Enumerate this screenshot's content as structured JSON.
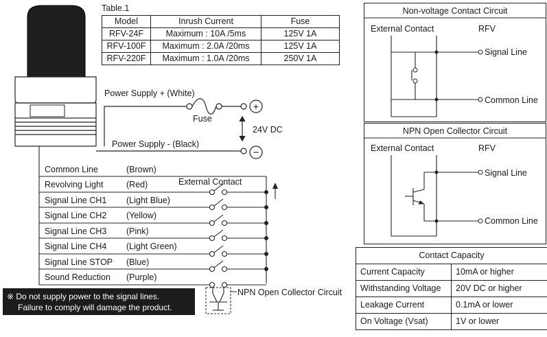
{
  "table1": {
    "caption": "Table.1",
    "headers": [
      "Model",
      "Inrush Current",
      "Fuse"
    ],
    "rows": [
      [
        "RFV-24F",
        "Maximum : 10A /5ms",
        "125V 1A"
      ],
      [
        "RFV-100F",
        "Maximum : 2.0A /20ms",
        "125V 1A"
      ],
      [
        "RFV-220F",
        "Maximum : 1.0A /20ms",
        "250V 1A"
      ]
    ]
  },
  "power": {
    "plus_label": "Power Supply + (White)",
    "minus_label": "Power Supply - (Black)",
    "fuse_label": "Fuse",
    "voltage_label": "24V DC",
    "plus_symbol": "+",
    "minus_symbol": "−"
  },
  "wires": [
    {
      "name": "Common Line",
      "color": "(Brown)"
    },
    {
      "name": "Revolving Light",
      "color": "(Red)"
    },
    {
      "name": "Signal Line CH1",
      "color": "(Light Blue)"
    },
    {
      "name": "Signal Line CH2",
      "color": "(Yellow)"
    },
    {
      "name": "Signal Line CH3",
      "color": "(Pink)"
    },
    {
      "name": "Signal Line CH4",
      "color": "(Light Green)"
    },
    {
      "name": "Signal Line STOP",
      "color": "(Blue)"
    },
    {
      "name": "Sound Reduction",
      "color": "(Purple)"
    }
  ],
  "external_contact_label": "External Contact",
  "npn_label": "NPN Open Collector Circuit",
  "warning": {
    "line1": "※ Do not supply power to the signal lines.",
    "line2": "Failure to comply will damage the product."
  },
  "non_voltage_box": {
    "title": "Non-voltage Contact Circuit",
    "left_label": "External Contact",
    "right_label": "RFV",
    "signal_label": "Signal Line",
    "common_label": "Common Line"
  },
  "npn_box": {
    "title": "NPN Open Collector Circuit",
    "left_label": "External Contact",
    "right_label": "RFV",
    "signal_label": "Signal Line",
    "common_label": "Common Line"
  },
  "contact_capacity": {
    "title": "Contact Capacity",
    "rows": [
      [
        "Current Capacity",
        "10mA or higher"
      ],
      [
        "Withstanding Voltage",
        "20V DC or higher"
      ],
      [
        "Leakage Current",
        "0.1mA or lower"
      ],
      [
        "On Voltage (Vsat)",
        "1V or lower"
      ]
    ]
  }
}
